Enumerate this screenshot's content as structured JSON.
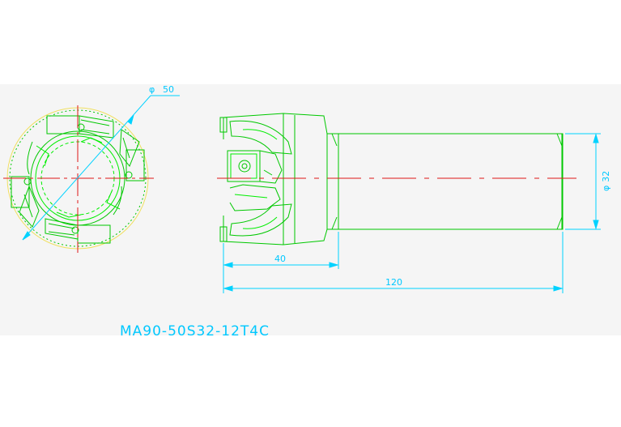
{
  "drawing": {
    "part_number": "MA90-50S32-12T4C",
    "dimensions": {
      "cutter_diameter": "50",
      "cutter_diameter_symbol": "φ",
      "shank_diameter": "32",
      "shank_diameter_symbol": "φ",
      "head_length": "40",
      "overall_length": "120"
    }
  },
  "colors": {
    "background": "#ffffff",
    "paper_panel": "#f4f4f4",
    "geometry": "#00c800",
    "inner_geometry": "#00ee00",
    "centerline": "#e01818",
    "dimension": "#00d2ff",
    "outline_yellow": "#f0e060",
    "label_text": "#00c8ff"
  }
}
